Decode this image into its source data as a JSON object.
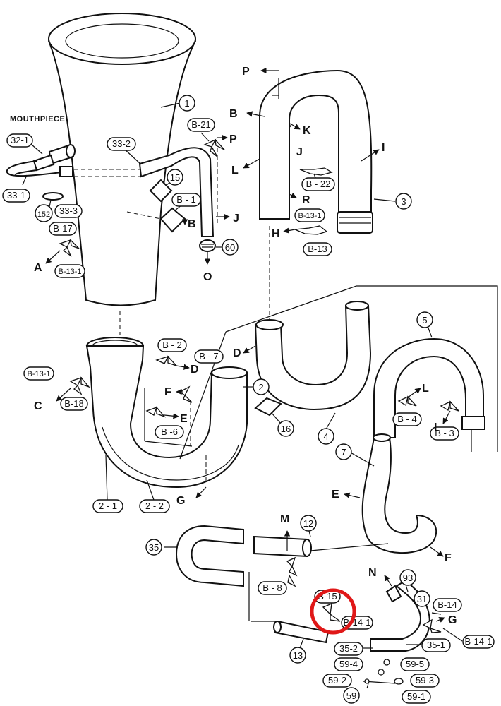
{
  "labels": {
    "mouthpiece": "MOUTHPIECE",
    "p1": "1",
    "p2": "2",
    "p3": "3",
    "p4": "4",
    "p5": "5",
    "p7": "7",
    "p12": "12",
    "p13": "13",
    "p15": "15",
    "p16": "16",
    "p31": "31",
    "p35": "35",
    "p59": "59",
    "p60": "60",
    "p93": "93",
    "p152": "152",
    "p32_1": "32-1",
    "p33_1": "33-1",
    "p33_2": "33-2",
    "p33_3": "33-3",
    "p2_1": "2 - 1",
    "p2_2": "2 - 2",
    "p35_1": "35-1",
    "p35_2": "35-2",
    "p59_1": "59-1",
    "p59_2": "59-2",
    "p59_3": "59-3",
    "p59_4": "59-4",
    "p59_5": "59-5",
    "b1": "B - 1",
    "b2": "B - 2",
    "b3": "B - 3",
    "b4": "B - 4",
    "b6": "B -6",
    "b7": "B - 7",
    "b8": "B - 8",
    "b13": "B-13",
    "b13_1a": "B-13-1",
    "b13_1b": "B-13-1",
    "b13_1c": "B-13-1",
    "b14": "B-14",
    "b14_1a": "B-14-1",
    "b14_1b": "B-14-1",
    "b15": "B-15",
    "b17": "B-17",
    "b18": "B-18",
    "b21": "B-21",
    "b22": "B - 22"
  },
  "letters": {
    "A": "A",
    "B1": "B",
    "B2": "B",
    "C": "C",
    "D1": "D",
    "D2": "D",
    "E1": "E",
    "E2": "E",
    "F1": "F",
    "F2": "F",
    "G1": "G",
    "G2": "G",
    "H": "H",
    "I1": "I",
    "I2": "I",
    "J1": "J",
    "J2": "J",
    "K": "K",
    "L1": "L",
    "L2": "L",
    "M": "M",
    "N": "N",
    "O": "O",
    "P1": "P",
    "P2": "P",
    "R": "R"
  },
  "colors": {
    "line": "#111111",
    "highlight": "#e01818",
    "background": "#ffffff"
  },
  "icons": [
    "wing-screw-icon",
    "arrow-icon"
  ]
}
